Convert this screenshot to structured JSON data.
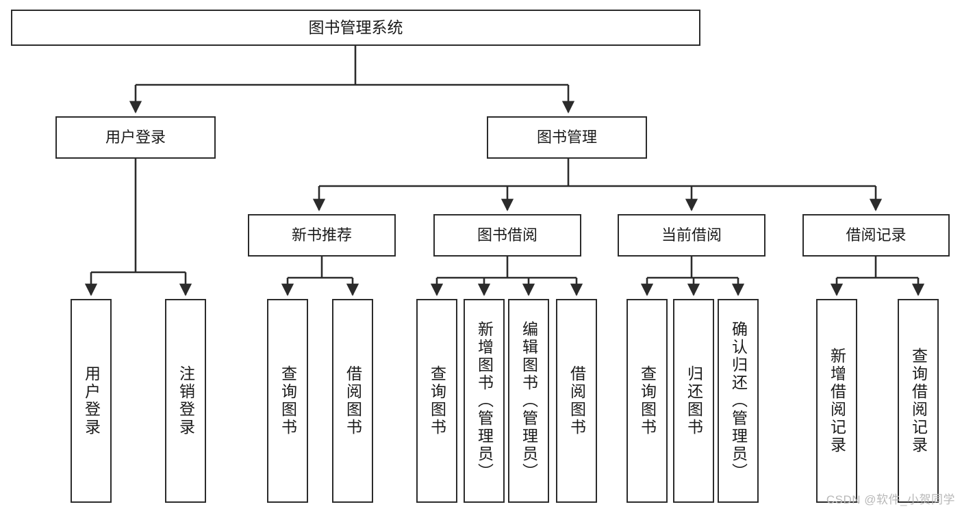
{
  "diagram": {
    "title": "图书管理系统",
    "type": "tree-hierarchy-chart",
    "watermark": "CSDN @软件_小贺同学",
    "colors": {
      "stroke": "#2b2b2b",
      "background": "#ffffff",
      "text": "#1a1a1a",
      "watermark": "#b8b8b8"
    }
  },
  "nodes": {
    "root": {
      "label": "图书管理系统"
    },
    "level2": [
      {
        "id": "user-login",
        "label": "用户登录"
      },
      {
        "id": "book-management",
        "label": "图书管理"
      }
    ],
    "level3": [
      {
        "id": "new-book-recommend",
        "label": "新书推荐"
      },
      {
        "id": "book-borrow",
        "label": "图书借阅"
      },
      {
        "id": "current-borrow",
        "label": "当前借阅"
      },
      {
        "id": "borrow-record",
        "label": "借阅记录"
      }
    ],
    "leaves": {
      "user-login": [
        {
          "id": "leaf-user-login",
          "label": "用户登录"
        },
        {
          "id": "leaf-logout-login",
          "label": "注销登录"
        }
      ],
      "new-book-recommend": [
        {
          "id": "leaf-query-book-1",
          "label": "查询图书"
        },
        {
          "id": "leaf-borrow-book-1",
          "label": "借阅图书"
        }
      ],
      "book-borrow": [
        {
          "id": "leaf-query-book-2",
          "label": "查询图书"
        },
        {
          "id": "leaf-add-book",
          "label": "新增图书（管理员）"
        },
        {
          "id": "leaf-edit-book",
          "label": "编辑图书（管理员）"
        },
        {
          "id": "leaf-borrow-book-2",
          "label": "借阅图书"
        }
      ],
      "current-borrow": [
        {
          "id": "leaf-query-book-3",
          "label": "查询图书"
        },
        {
          "id": "leaf-return-book",
          "label": "归还图书"
        },
        {
          "id": "leaf-confirm-return",
          "label": "确认归还（管理员）"
        }
      ],
      "borrow-record": [
        {
          "id": "leaf-add-record",
          "label": "新增借阅记录"
        },
        {
          "id": "leaf-query-record",
          "label": "查询借阅记录"
        }
      ]
    }
  }
}
